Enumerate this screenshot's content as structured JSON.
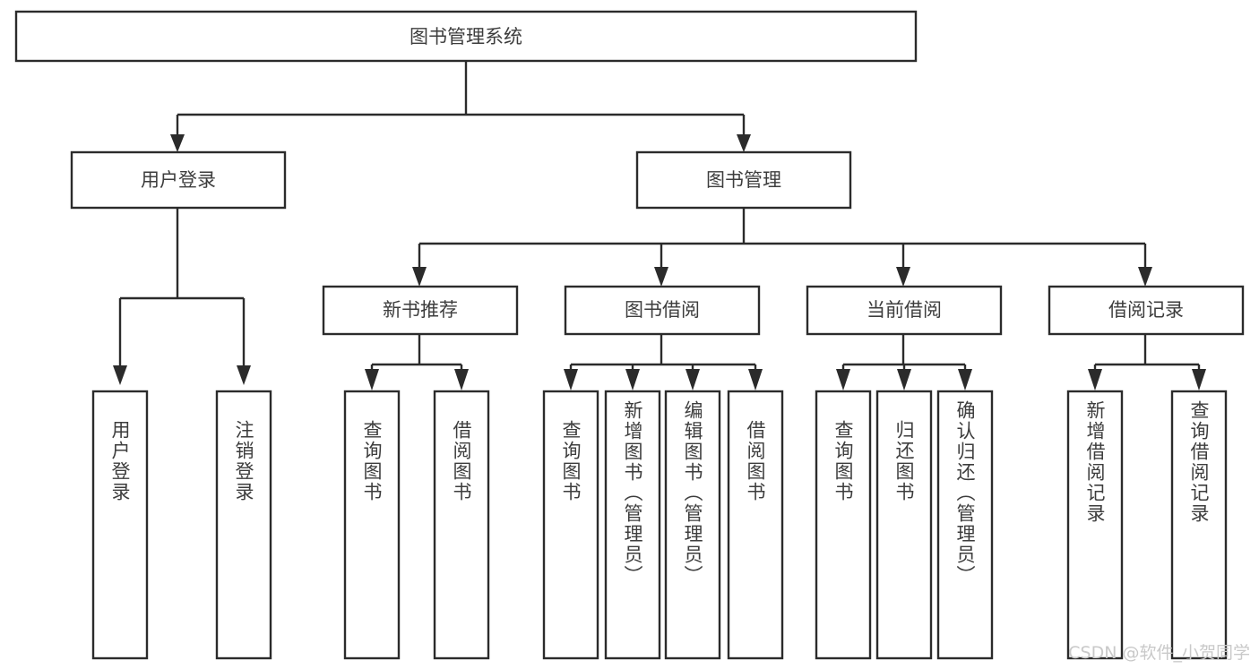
{
  "diagram": {
    "type": "tree-hierarchy-diagram",
    "title": "图书管理系统",
    "watermark": "CSDN @软件_小贺同学",
    "colors": {
      "background": "#ffffff",
      "box_fill": "#ffffff",
      "box_stroke": "#2b2b2b",
      "text": "#3d3d3d",
      "watermark": "#c9c9c9"
    },
    "levels": {
      "root": {
        "label": "图书管理系统"
      },
      "level1": [
        {
          "label": "用户登录"
        },
        {
          "label": "图书管理"
        }
      ],
      "level2": [
        {
          "label": "新书推荐"
        },
        {
          "label": "图书借阅"
        },
        {
          "label": "当前借阅"
        },
        {
          "label": "借阅记录"
        }
      ],
      "leaves": {
        "user_login": [
          {
            "label": "用户登录"
          },
          {
            "label": "注销登录"
          }
        ],
        "new_book_recommend": [
          {
            "label": "查询图书"
          },
          {
            "label": "借阅图书"
          }
        ],
        "book_borrow": [
          {
            "label": "查询图书"
          },
          {
            "label": "新增图书（管理员）"
          },
          {
            "label": "编辑图书（管理员）"
          },
          {
            "label": "借阅图书"
          }
        ],
        "current_borrow": [
          {
            "label": "查询图书"
          },
          {
            "label": "归还图书"
          },
          {
            "label": "确认归还（管理员）"
          }
        ],
        "borrow_record": [
          {
            "label": "新增借阅记录"
          },
          {
            "label": "查询借阅记录"
          }
        ]
      }
    }
  }
}
